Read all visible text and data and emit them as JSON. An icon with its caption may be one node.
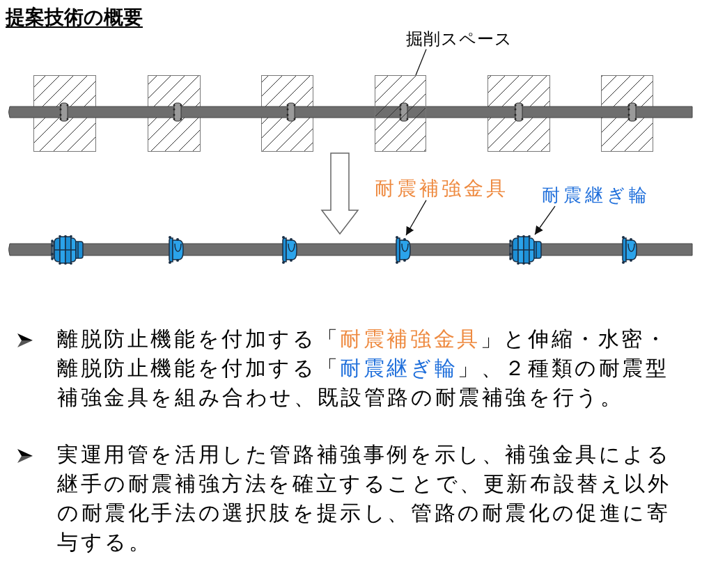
{
  "diagram": {
    "title": "提案技術の概要",
    "nodes": [
      {
        "text": [
          "掘削スペース"
        ]
      },
      {
        "text": [],
        "shape": "picture"
      },
      {
        "text": [],
        "shape": "box",
        "in": 1
      },
      {
        "text": [
          "耐震補強金具"
        ]
      },
      {
        "text": [
          "耐震継ぎ輪"
        ]
      },
      {
        "text": [],
        "shape": "picture"
      },
      {
        "text": [],
        "shape": "picture",
        "in": 5
      },
      {
        "text": [],
        "shape": "picture",
        "in": 5
      }
    ],
    "edges": [
      {
        "from": 0,
        "to": 2,
        "arrow": "none"
      },
      {
        "from": 1,
        "to": 5,
        "arrow": "to"
      },
      {
        "from": 3,
        "to": 6,
        "arrow": "to"
      },
      {
        "from": 4,
        "to": 7,
        "arrow": "to"
      }
    ],
    "labels": [
      "離脱防止機能を付加する「耐震補強金具」と伸縮・水密・離脱防止機能を付加する「耐震継ぎ輪」、２種類の耐震型補強金具を組み合わせ、既設管路の耐震補強を行う。",
      "実運用管を活用した管路補強事例を示し、補強金具による継手の耐震補強方法を確立することで、更新布設替え以外の耐震化手法の選択肢を提示し、管路の耐震化の促進に寄与する。"
    ]
  }
}
